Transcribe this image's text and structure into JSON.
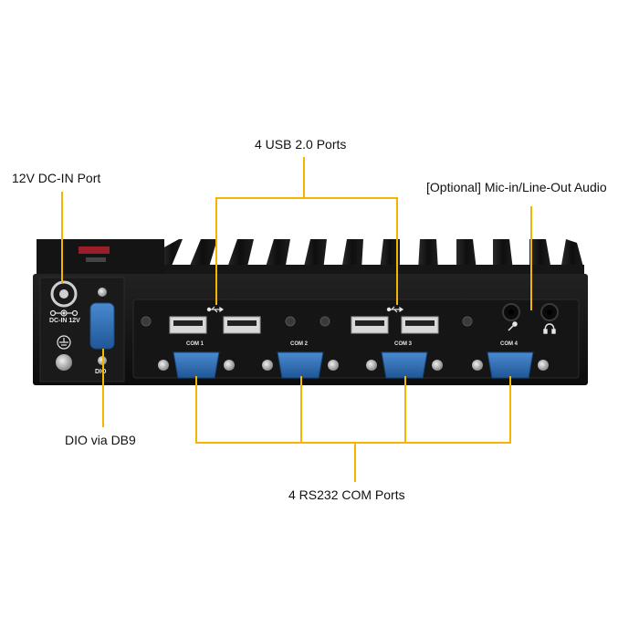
{
  "callouts": {
    "usb": "4 USB 2.0 Ports",
    "dcin": "12V DC-IN Port",
    "audio": "[Optional] Mic-in/Line-Out Audio",
    "dio": "DIO via DB9",
    "com": "4 RS232 COM Ports"
  },
  "device": {
    "dcin_label": "DC-IN 12V",
    "dio_label": "DIO",
    "com_labels": [
      "COM 1",
      "COM 2",
      "COM 3",
      "COM 4"
    ]
  },
  "colors": {
    "leader": "#f5b400",
    "chassis": "#1c1c1c",
    "serial_port": "#2f6fb3",
    "background": "#ffffff"
  },
  "icons": [
    "usb-icon",
    "mic-icon",
    "headphone-icon",
    "ground-icon",
    "dc-polarity-icon"
  ]
}
